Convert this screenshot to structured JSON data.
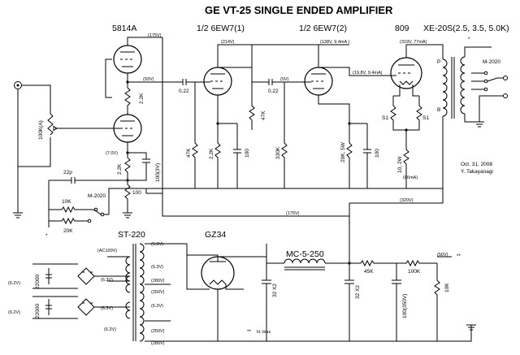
{
  "title": "GE VT-25 SINGLE ENDED AMPLIFIER",
  "tubes": {
    "v1": "5814A",
    "v2": "1/2 6EW7(1)",
    "v3": "1/2 6EW7(2)",
    "v4": "809",
    "transformer": "XE-20S(2.5, 3.5, 5.0K)",
    "power_transformer": "ST-220",
    "rectifier": "GZ34",
    "choke": "MC-5-250"
  },
  "voltages": {
    "v1_plate": "(175V)",
    "v1_mid": "(93V)",
    "v1_cathode": "(7.0V)",
    "v2_plate": "(214V)",
    "coupling_dc": "(0V)",
    "v3_plate": "(138V, 9.4mA )",
    "v4_grid": "(19.8V, 9.4mA)",
    "v4_plate": "(319V, 77mA)",
    "b_320": "(320V)",
    "b_175": "(175V)",
    "b_50": "(50V)",
    "cur_86": "(86mA)"
  },
  "components": {
    "c_022_a": "0.22",
    "c_022_b": "0.22",
    "r_2k2_top": "2.2K",
    "r_100k_vol": "100K(A)",
    "r_2k2_cath": "2.2K",
    "c_100_3v": "100(3V)",
    "r_100_cath": "100",
    "c_22p": "22p",
    "r_10k": "10K",
    "r_20k": "20K",
    "sw_m2020_a": "M-2020",
    "r_47k_a": "47K",
    "r_2k2_b": "2.2K",
    "c_100_b": "100",
    "r_47k_b": "47K",
    "r_330k": "330K",
    "r_20k_5w": "20K, 5W",
    "c_100_c": "100",
    "s1_a": "S1",
    "s1_b": "S1",
    "r_10_2w": "10, 2W",
    "sw_m2020_b": "M-2020",
    "tap_p": "P",
    "tap_b": "B",
    "star": "*",
    "ac100": "(AC100V)",
    "sec_50": "(5.0V)",
    "sec_63a": "(6.3V)",
    "sec_280a": "(280V)",
    "sec_250a": "(250V)",
    "sec_63b": "(6.3V)",
    "sec_63c": "(6.3V)",
    "sec_250b": "(250V)",
    "sec_280b": "(280V)",
    "sec_63_l1": "(6.3V)",
    "sec_63_l2": "(6.3V)",
    "sec_62_a": "(6.2V)",
    "sec_62_b": "(6.2V)",
    "c_22000_a": "22000",
    "c_22000_b": "22000",
    "c_32x2_a": "32 X2",
    "c_32x2_b": "32 X2",
    "r_45k": "45K",
    "r_100k": "100K",
    "c_100_350v": "100(350V)",
    "r_10k_bias": "10K",
    "hbias_mark": "**",
    "hbias_mark2": "**",
    "hbias_label": "H. bias",
    "mark": "*"
  },
  "footer": {
    "date": "Oct. 31, 2008",
    "author": "Y. Takayanagi"
  },
  "colors": {
    "ink": "#000000",
    "paper": "#ffffff"
  }
}
